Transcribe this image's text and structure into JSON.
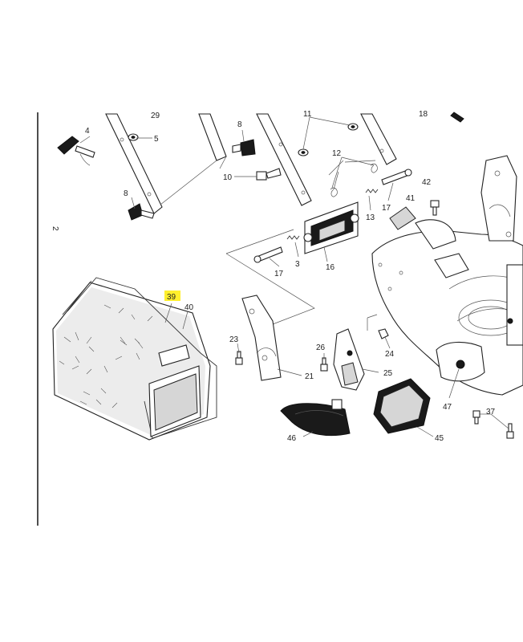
{
  "highlight_color": "#ffef2e",
  "labels": {
    "l4": "4",
    "l5": "5",
    "l8a": "8",
    "l8b": "8",
    "l10": "10",
    "l11": "11",
    "l12": "12",
    "l13": "13",
    "l16": "16",
    "l17a": "17",
    "l17b": "17",
    "l3": "3",
    "l41": "41",
    "l42": "42",
    "l29": "29",
    "l18": "18",
    "l2": "2",
    "l39": "39",
    "l40": "40",
    "l23": "23",
    "l21": "21",
    "l26": "26",
    "l25": "25",
    "l24": "24",
    "l47": "47",
    "l46": "46",
    "l45": "45",
    "l37": "37"
  }
}
